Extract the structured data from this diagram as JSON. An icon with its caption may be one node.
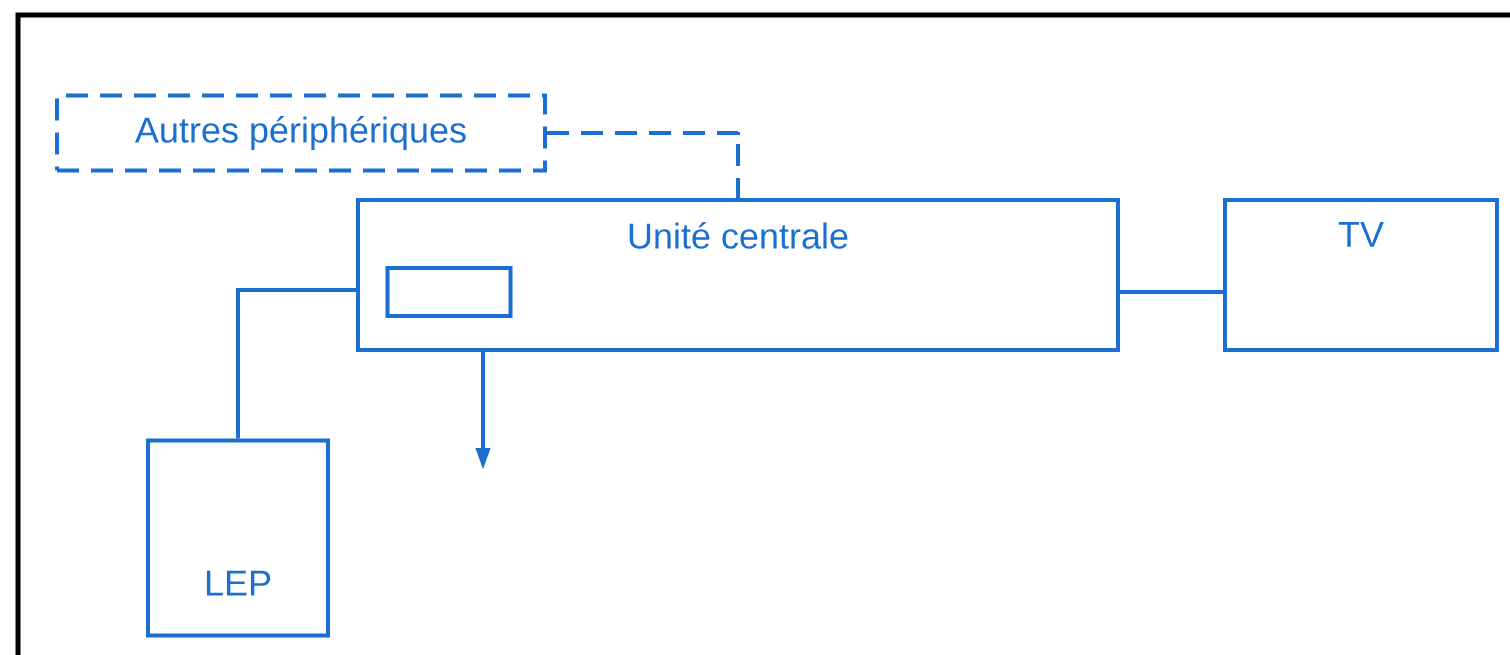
{
  "diagram": {
    "nodes": [
      {
        "text": [
          "Autres périphériques"
        ]
      },
      {
        "text": [
          "Unité centrale"
        ]
      },
      {
        "text": [],
        "shape": "box",
        "in": 1
      },
      {
        "text": [
          "TV"
        ]
      },
      {
        "text": [
          "LEP"
        ]
      }
    ],
    "edges": [
      {
        "from": 0,
        "to": 1,
        "arrow": "none",
        "style": "dashed"
      },
      {
        "from": 1,
        "to": 4,
        "arrow": "none"
      },
      {
        "from": 1,
        "to": 3,
        "arrow": "none"
      },
      {
        "from": 1,
        "to": null,
        "arrow": "to"
      }
    ]
  }
}
